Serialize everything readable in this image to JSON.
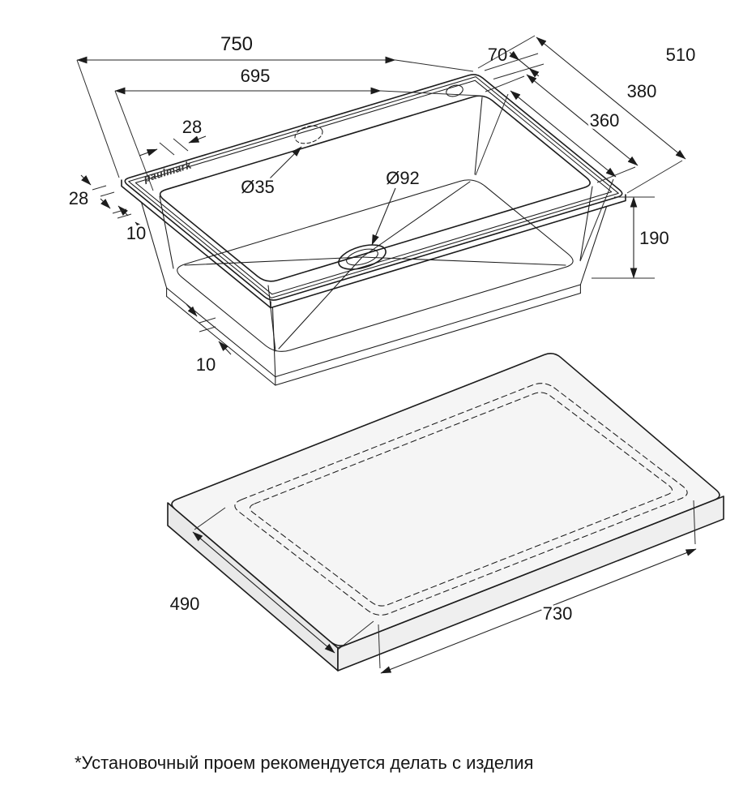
{
  "figure": {
    "brand_logo": "paulmark",
    "sink_dims": {
      "length_outer": "750",
      "length_inner": "695",
      "hole_offset": "70",
      "width_outer": "510",
      "width_inner": "380",
      "width_bottom": "360",
      "rim_left": "28",
      "rim_front": "28",
      "edge_front": "10",
      "edge_bottom": "10",
      "depth": "190",
      "faucet_hole_diameter": "Ø35",
      "drain_diameter": "Ø92"
    },
    "cutout_dims": {
      "width": "490",
      "length": "730"
    },
    "footnote": "*Установочный проем рекомендуется делать с изделия"
  }
}
